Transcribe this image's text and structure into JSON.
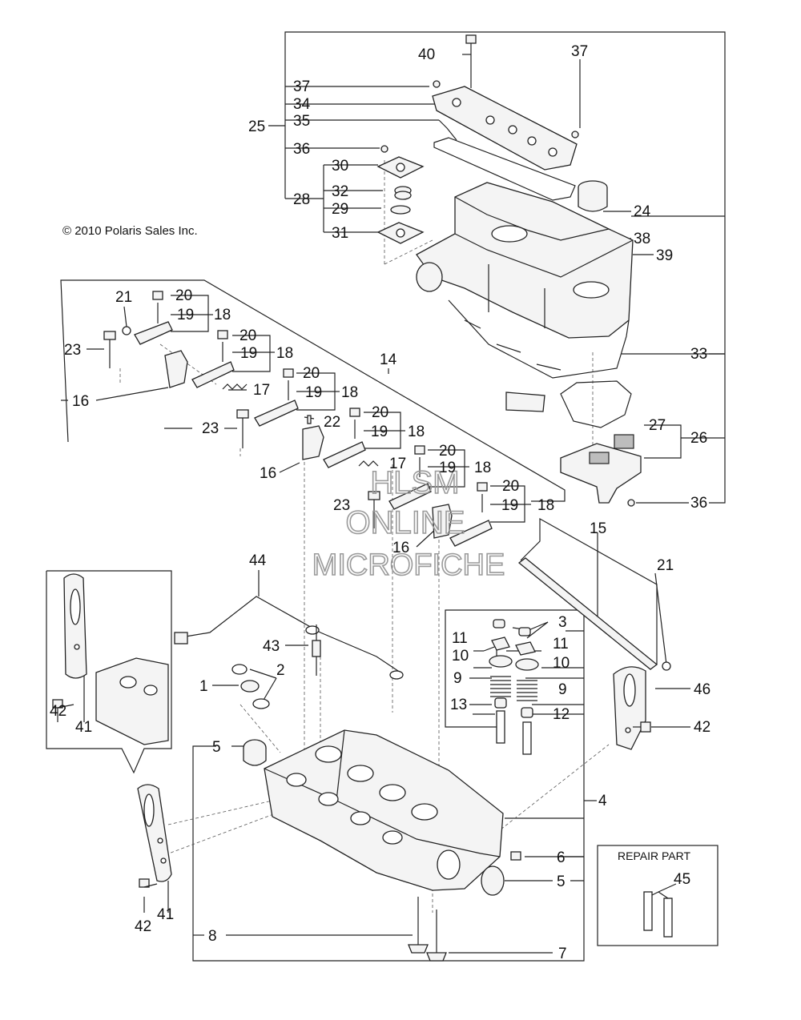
{
  "copyright": "© 2010 Polaris Sales Inc.",
  "watermark": {
    "line1": "HLSM",
    "line2": "ONLINE",
    "line3": "MICROFICHE"
  },
  "repair_box_title": "REPAIR PART",
  "callouts": {
    "c40": "40",
    "c37a": "37",
    "c37b": "37",
    "c34": "34",
    "c35": "35",
    "c25": "25",
    "c36a": "36",
    "c30": "30",
    "c32": "32",
    "c29": "29",
    "c28": "28",
    "c31": "31",
    "c24": "24",
    "c38": "38",
    "c39": "39",
    "c33": "33",
    "c27": "27",
    "c26": "26",
    "c36b": "36",
    "c21a": "21",
    "c20a": "20",
    "c19a": "19",
    "c18a": "18",
    "c23a": "23",
    "c20b": "20",
    "c19b": "19",
    "c18b": "18",
    "c16a": "16",
    "c17a": "17",
    "c20c": "20",
    "c19c": "19",
    "c18c": "18",
    "c14": "14",
    "c22": "22",
    "c23b": "23",
    "c20d": "20",
    "c19d": "19",
    "c18d": "18",
    "c16b": "16",
    "c17b": "17",
    "c20e": "20",
    "c19e": "19",
    "c18e": "18",
    "c23c": "23",
    "c20f": "20",
    "c19f": "19",
    "c18f": "18",
    "c16c": "16",
    "c15": "15",
    "c21b": "21",
    "c44": "44",
    "c43": "43",
    "c2": "2",
    "c1": "1",
    "c3": "3",
    "c11a": "11",
    "c11b": "11",
    "c10a": "10",
    "c10b": "10",
    "c9a": "9",
    "c9b": "9",
    "c13": "13",
    "c12": "12",
    "c46": "46",
    "c42a": "42",
    "c42b": "42",
    "c42c": "42",
    "c41a": "41",
    "c41b": "41",
    "c5a": "5",
    "c5b": "5",
    "c4": "4",
    "c6": "6",
    "c8": "8",
    "c7": "7",
    "c45": "45"
  }
}
